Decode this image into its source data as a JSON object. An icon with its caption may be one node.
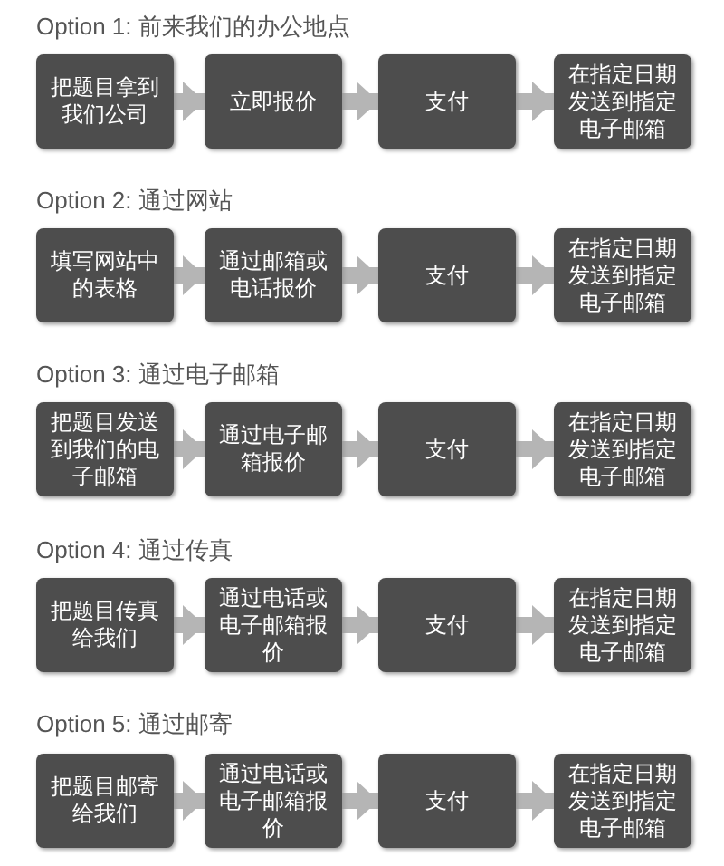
{
  "diagram": {
    "nodes": [
      {
        "text": [
          "把题目拿到我们公司"
        ]
      },
      {
        "text": [
          "立即报价"
        ]
      },
      {
        "text": [
          "支付"
        ]
      },
      {
        "text": [
          "在指定日期发送到指定电子邮箱"
        ]
      },
      {
        "text": [
          "填写网站中的表格"
        ]
      },
      {
        "text": [
          "通过邮箱或电话报价"
        ]
      },
      {
        "text": [
          "支付"
        ]
      },
      {
        "text": [
          "在指定日期发送到指定电子邮箱"
        ]
      },
      {
        "text": [
          "把题目发送到我们的电子邮箱"
        ]
      },
      {
        "text": [
          "通过电子邮箱报价"
        ]
      },
      {
        "text": [
          "支付"
        ]
      },
      {
        "text": [
          "在指定日期发送到指定电子邮箱"
        ]
      },
      {
        "text": [
          "把题目传真给我们"
        ]
      },
      {
        "text": [
          "通过电话或电子邮箱报价"
        ]
      },
      {
        "text": [
          "支付"
        ]
      },
      {
        "text": [
          "在指定日期发送到指定电子邮箱"
        ]
      },
      {
        "text": [
          "把题目邮寄给我们"
        ]
      },
      {
        "text": [
          "通过电话或电子邮箱报价"
        ]
      },
      {
        "text": [
          "支付"
        ]
      },
      {
        "text": [
          "在指定日期发送到指定电子邮箱"
        ]
      }
    ],
    "edges": [
      {
        "from": 0,
        "to": 1,
        "arrow": "to"
      },
      {
        "from": 1,
        "to": 2,
        "arrow": "to"
      },
      {
        "from": 2,
        "to": 3,
        "arrow": "to"
      },
      {
        "from": 4,
        "to": 5,
        "arrow": "to"
      },
      {
        "from": 5,
        "to": 6,
        "arrow": "to"
      },
      {
        "from": 6,
        "to": 7,
        "arrow": "to"
      },
      {
        "from": 8,
        "to": 9,
        "arrow": "to"
      },
      {
        "from": 9,
        "to": 10,
        "arrow": "to"
      },
      {
        "from": 10,
        "to": 11,
        "arrow": "to"
      },
      {
        "from": 12,
        "to": 13,
        "arrow": "to"
      },
      {
        "from": 13,
        "to": 14,
        "arrow": "to"
      },
      {
        "from": 14,
        "to": 15,
        "arrow": "to"
      },
      {
        "from": 16,
        "to": 17,
        "arrow": "to"
      },
      {
        "from": 17,
        "to": 18,
        "arrow": "to"
      },
      {
        "from": 18,
        "to": 19,
        "arrow": "to"
      }
    ],
    "labels": [
      "Option 1: 前来我们的办公地点",
      "Option 2: 通过网站",
      "Option 3: 通过电子邮箱",
      "Option 4: 通过传真",
      "Option 5: 通过邮寄"
    ]
  }
}
